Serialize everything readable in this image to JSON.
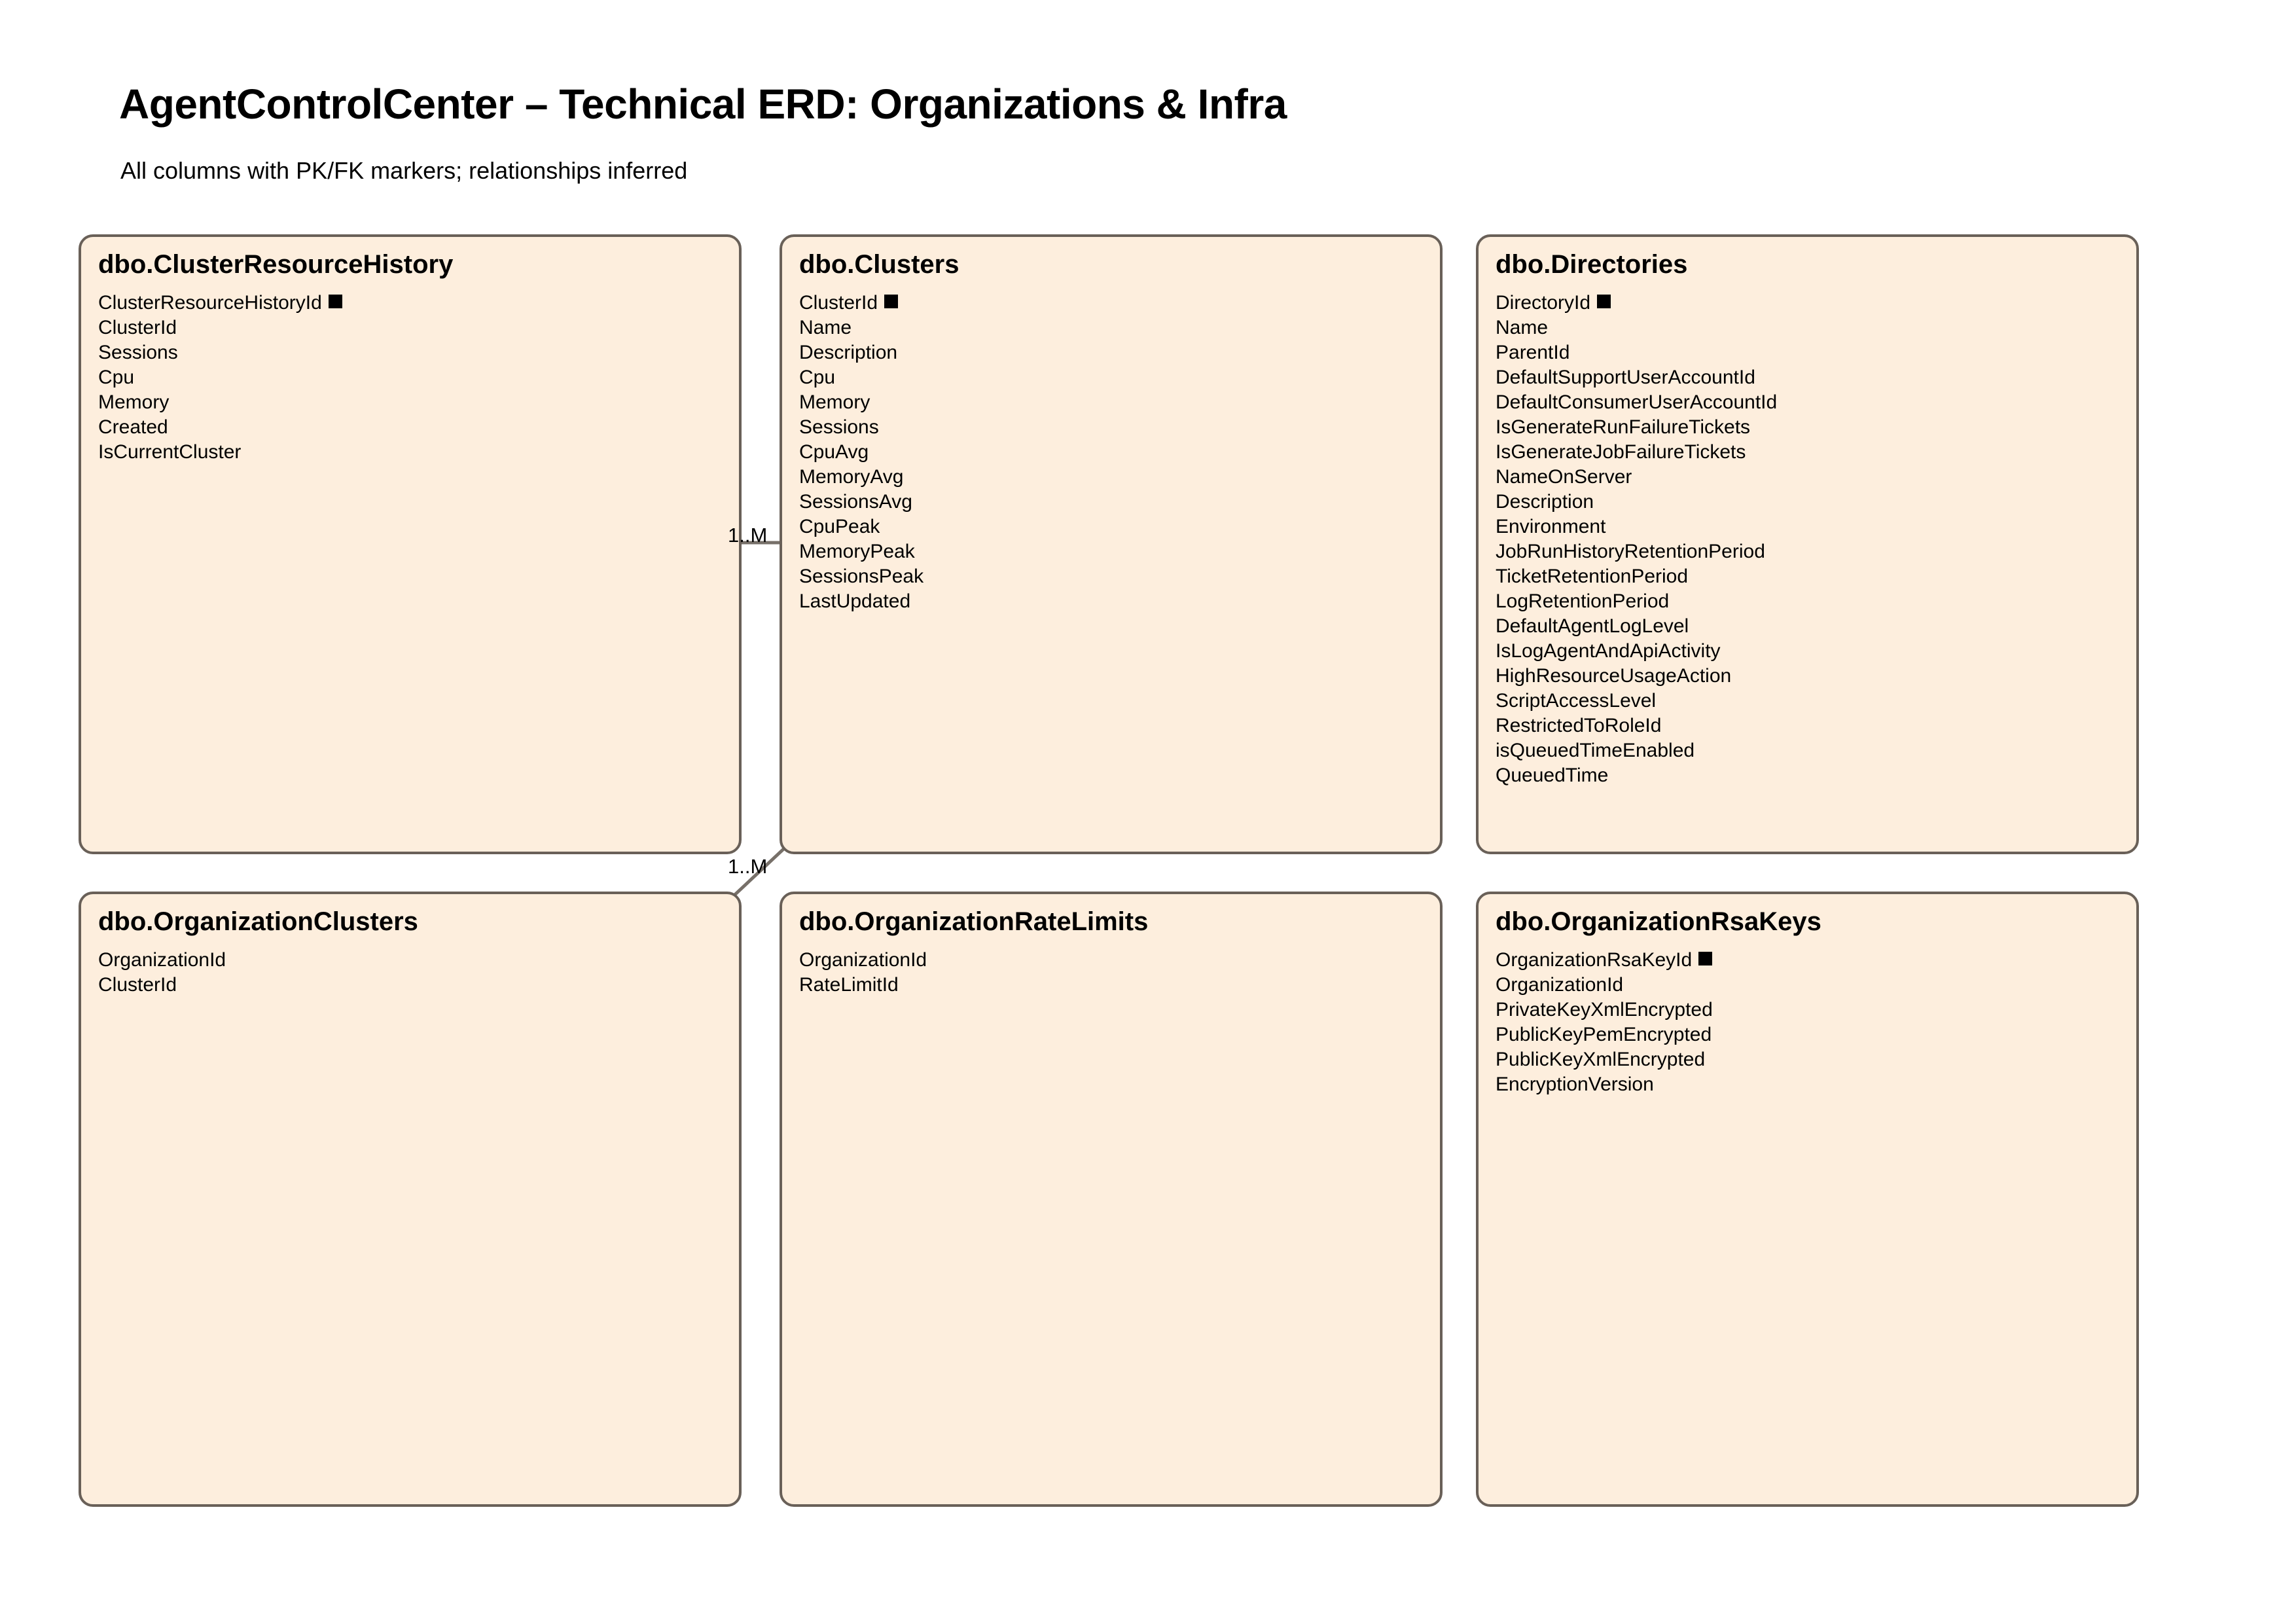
{
  "header": {
    "title": "AgentControlCenter – Technical ERD: Organizations & Infra",
    "subtitle": "All columns with PK/FK markers; relationships inferred"
  },
  "style": {
    "entity_fill": "#fdeedd",
    "entity_border": "#696058",
    "edge_color": "#777069",
    "text_color": "#000000",
    "page_background": "#ffffff"
  },
  "entities": [
    {
      "name": "dbo.ClusterResourceHistory",
      "columns": [
        {
          "name": "ClusterResourceHistoryId",
          "pk": true
        },
        {
          "name": "ClusterId",
          "pk": false
        },
        {
          "name": "Sessions",
          "pk": false
        },
        {
          "name": "Cpu",
          "pk": false
        },
        {
          "name": "Memory",
          "pk": false
        },
        {
          "name": "Created",
          "pk": false
        },
        {
          "name": "IsCurrentCluster",
          "pk": false
        }
      ]
    },
    {
      "name": "dbo.Clusters",
      "columns": [
        {
          "name": "ClusterId",
          "pk": true
        },
        {
          "name": "Name",
          "pk": false
        },
        {
          "name": "Description",
          "pk": false
        },
        {
          "name": "Cpu",
          "pk": false
        },
        {
          "name": "Memory",
          "pk": false
        },
        {
          "name": "Sessions",
          "pk": false
        },
        {
          "name": "CpuAvg",
          "pk": false
        },
        {
          "name": "MemoryAvg",
          "pk": false
        },
        {
          "name": "SessionsAvg",
          "pk": false
        },
        {
          "name": "CpuPeak",
          "pk": false
        },
        {
          "name": "MemoryPeak",
          "pk": false
        },
        {
          "name": "SessionsPeak",
          "pk": false
        },
        {
          "name": "LastUpdated",
          "pk": false
        }
      ]
    },
    {
      "name": "dbo.Directories",
      "columns": [
        {
          "name": "DirectoryId",
          "pk": true
        },
        {
          "name": "Name",
          "pk": false
        },
        {
          "name": "ParentId",
          "pk": false
        },
        {
          "name": "DefaultSupportUserAccountId",
          "pk": false
        },
        {
          "name": "DefaultConsumerUserAccountId",
          "pk": false
        },
        {
          "name": "IsGenerateRunFailureTickets",
          "pk": false
        },
        {
          "name": "IsGenerateJobFailureTickets",
          "pk": false
        },
        {
          "name": "NameOnServer",
          "pk": false
        },
        {
          "name": "Description",
          "pk": false
        },
        {
          "name": "Environment",
          "pk": false
        },
        {
          "name": "JobRunHistoryRetentionPeriod",
          "pk": false
        },
        {
          "name": "TicketRetentionPeriod",
          "pk": false
        },
        {
          "name": "LogRetentionPeriod",
          "pk": false
        },
        {
          "name": "DefaultAgentLogLevel",
          "pk": false
        },
        {
          "name": "IsLogAgentAndApiActivity",
          "pk": false
        },
        {
          "name": "HighResourceUsageAction",
          "pk": false
        },
        {
          "name": "ScriptAccessLevel",
          "pk": false
        },
        {
          "name": "RestrictedToRoleId",
          "pk": false
        },
        {
          "name": "isQueuedTimeEnabled",
          "pk": false
        },
        {
          "name": "QueuedTime",
          "pk": false
        }
      ]
    },
    {
      "name": "dbo.OrganizationClusters",
      "columns": [
        {
          "name": "OrganizationId",
          "pk": false
        },
        {
          "name": "ClusterId",
          "pk": false
        }
      ]
    },
    {
      "name": "dbo.OrganizationRateLimits",
      "columns": [
        {
          "name": "OrganizationId",
          "pk": false
        },
        {
          "name": "RateLimitId",
          "pk": false
        }
      ]
    },
    {
      "name": "dbo.OrganizationRsaKeys",
      "columns": [
        {
          "name": "OrganizationRsaKeyId",
          "pk": true
        },
        {
          "name": "OrganizationId",
          "pk": false
        },
        {
          "name": "PrivateKeyXmlEncrypted",
          "pk": false
        },
        {
          "name": "PublicKeyPemEncrypted",
          "pk": false
        },
        {
          "name": "PublicKeyXmlEncrypted",
          "pk": false
        },
        {
          "name": "EncryptionVersion",
          "pk": false
        }
      ]
    }
  ],
  "relationships": [
    {
      "label": "1..M",
      "from": "dbo.ClusterResourceHistory",
      "to": "dbo.Clusters"
    },
    {
      "label": "1..M",
      "from": "dbo.OrganizationClusters",
      "to": "dbo.Clusters"
    }
  ]
}
